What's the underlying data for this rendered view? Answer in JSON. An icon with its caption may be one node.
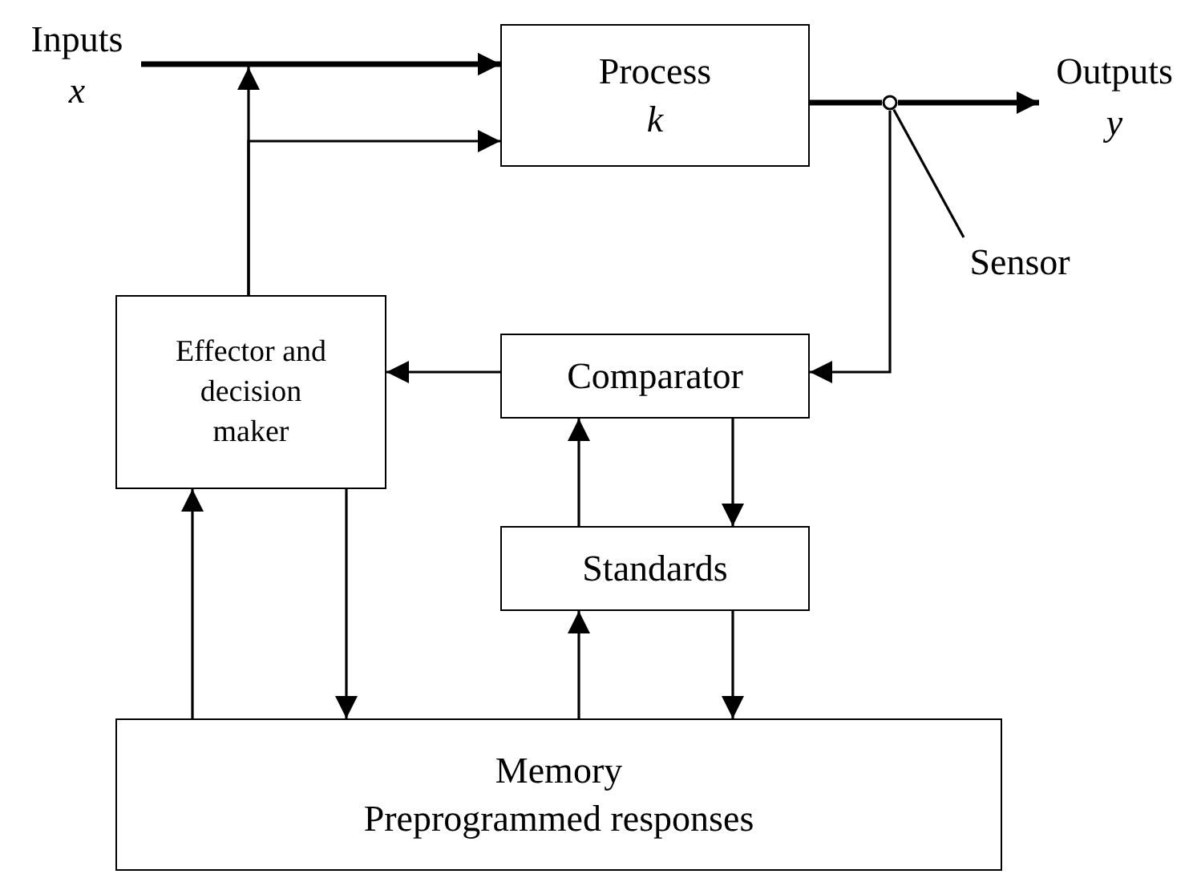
{
  "diagram": {
    "nodes": [
      {
        "text": [
          "Inputs *x*"
        ]
      },
      {
        "text": [
          "Process *k*"
        ]
      },
      {
        "text": [
          "Outputs *y*"
        ]
      },
      {
        "text": [
          "Sensor"
        ]
      },
      {
        "text": [],
        "shape": "circle"
      },
      {
        "text": [
          "Effector and decision maker"
        ]
      },
      {
        "text": [
          "Comparator"
        ]
      },
      {
        "text": [
          "Standards"
        ]
      },
      {
        "text": [
          "Memory",
          "Preprogrammed responses"
        ]
      }
    ],
    "edges": [
      {
        "from": 0,
        "to": 1,
        "arrow": "to",
        "style": "thick"
      },
      {
        "from": 5,
        "to": 1,
        "arrow": "to"
      },
      {
        "from": 5,
        "to": 1,
        "arrow": "to"
      },
      {
        "from": 1,
        "to": 4,
        "arrow": "none",
        "style": "thick"
      },
      {
        "from": 4,
        "to": 2,
        "arrow": "to",
        "style": "thick"
      },
      {
        "from": 3,
        "to": 4,
        "arrow": "none"
      },
      {
        "from": 4,
        "to": 6,
        "arrow": "to"
      },
      {
        "from": 6,
        "to": 5,
        "arrow": "to"
      },
      {
        "from": 7,
        "to": 6,
        "arrow": "to"
      },
      {
        "from": 6,
        "to": 7,
        "arrow": "to"
      },
      {
        "from": 8,
        "to": 5,
        "arrow": "to"
      },
      {
        "from": 5,
        "to": 8,
        "arrow": "to"
      },
      {
        "from": 8,
        "to": 7,
        "arrow": "to"
      },
      {
        "from": 7,
        "to": 8,
        "arrow": "to"
      }
    ]
  }
}
